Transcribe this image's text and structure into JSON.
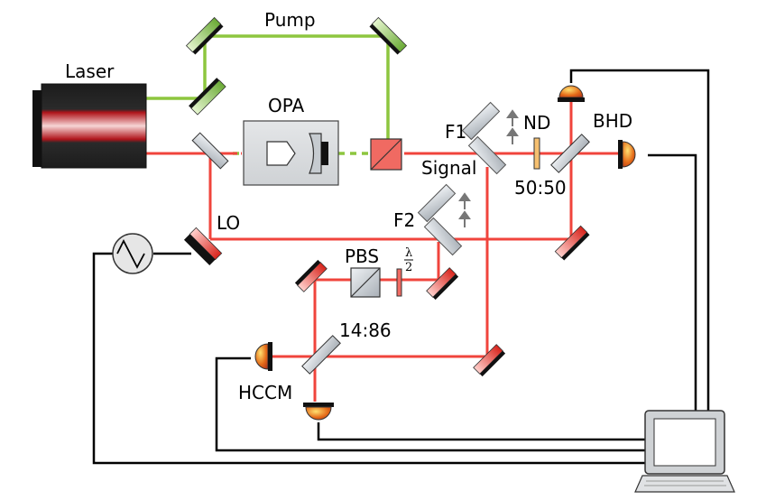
{
  "labels": {
    "laser": "Laser",
    "pump": "Pump",
    "opa": "OPA",
    "f1": "F1",
    "nd": "ND",
    "bhd": "BHD",
    "signal": "Signal",
    "split_5050": "50:50",
    "f2": "F2",
    "lo": "LO",
    "pbs": "PBS",
    "halfwave_num": "λ",
    "halfwave_den": "2",
    "split_1486": "14:86",
    "hccm": "HCCM"
  },
  "colors": {
    "beam_red": "#f0443c",
    "pump_green": "#8dc63f",
    "mirror_red": "#e8342a",
    "mirror_green": "#7ab648",
    "optic_grey": "#c8cdd2",
    "detector_orange": "#e07020",
    "wire": "#000000"
  },
  "icons": {
    "oscillator": "sine-wave-generator-icon",
    "computer": "computer-icon",
    "detector": "photodiode-icon"
  }
}
